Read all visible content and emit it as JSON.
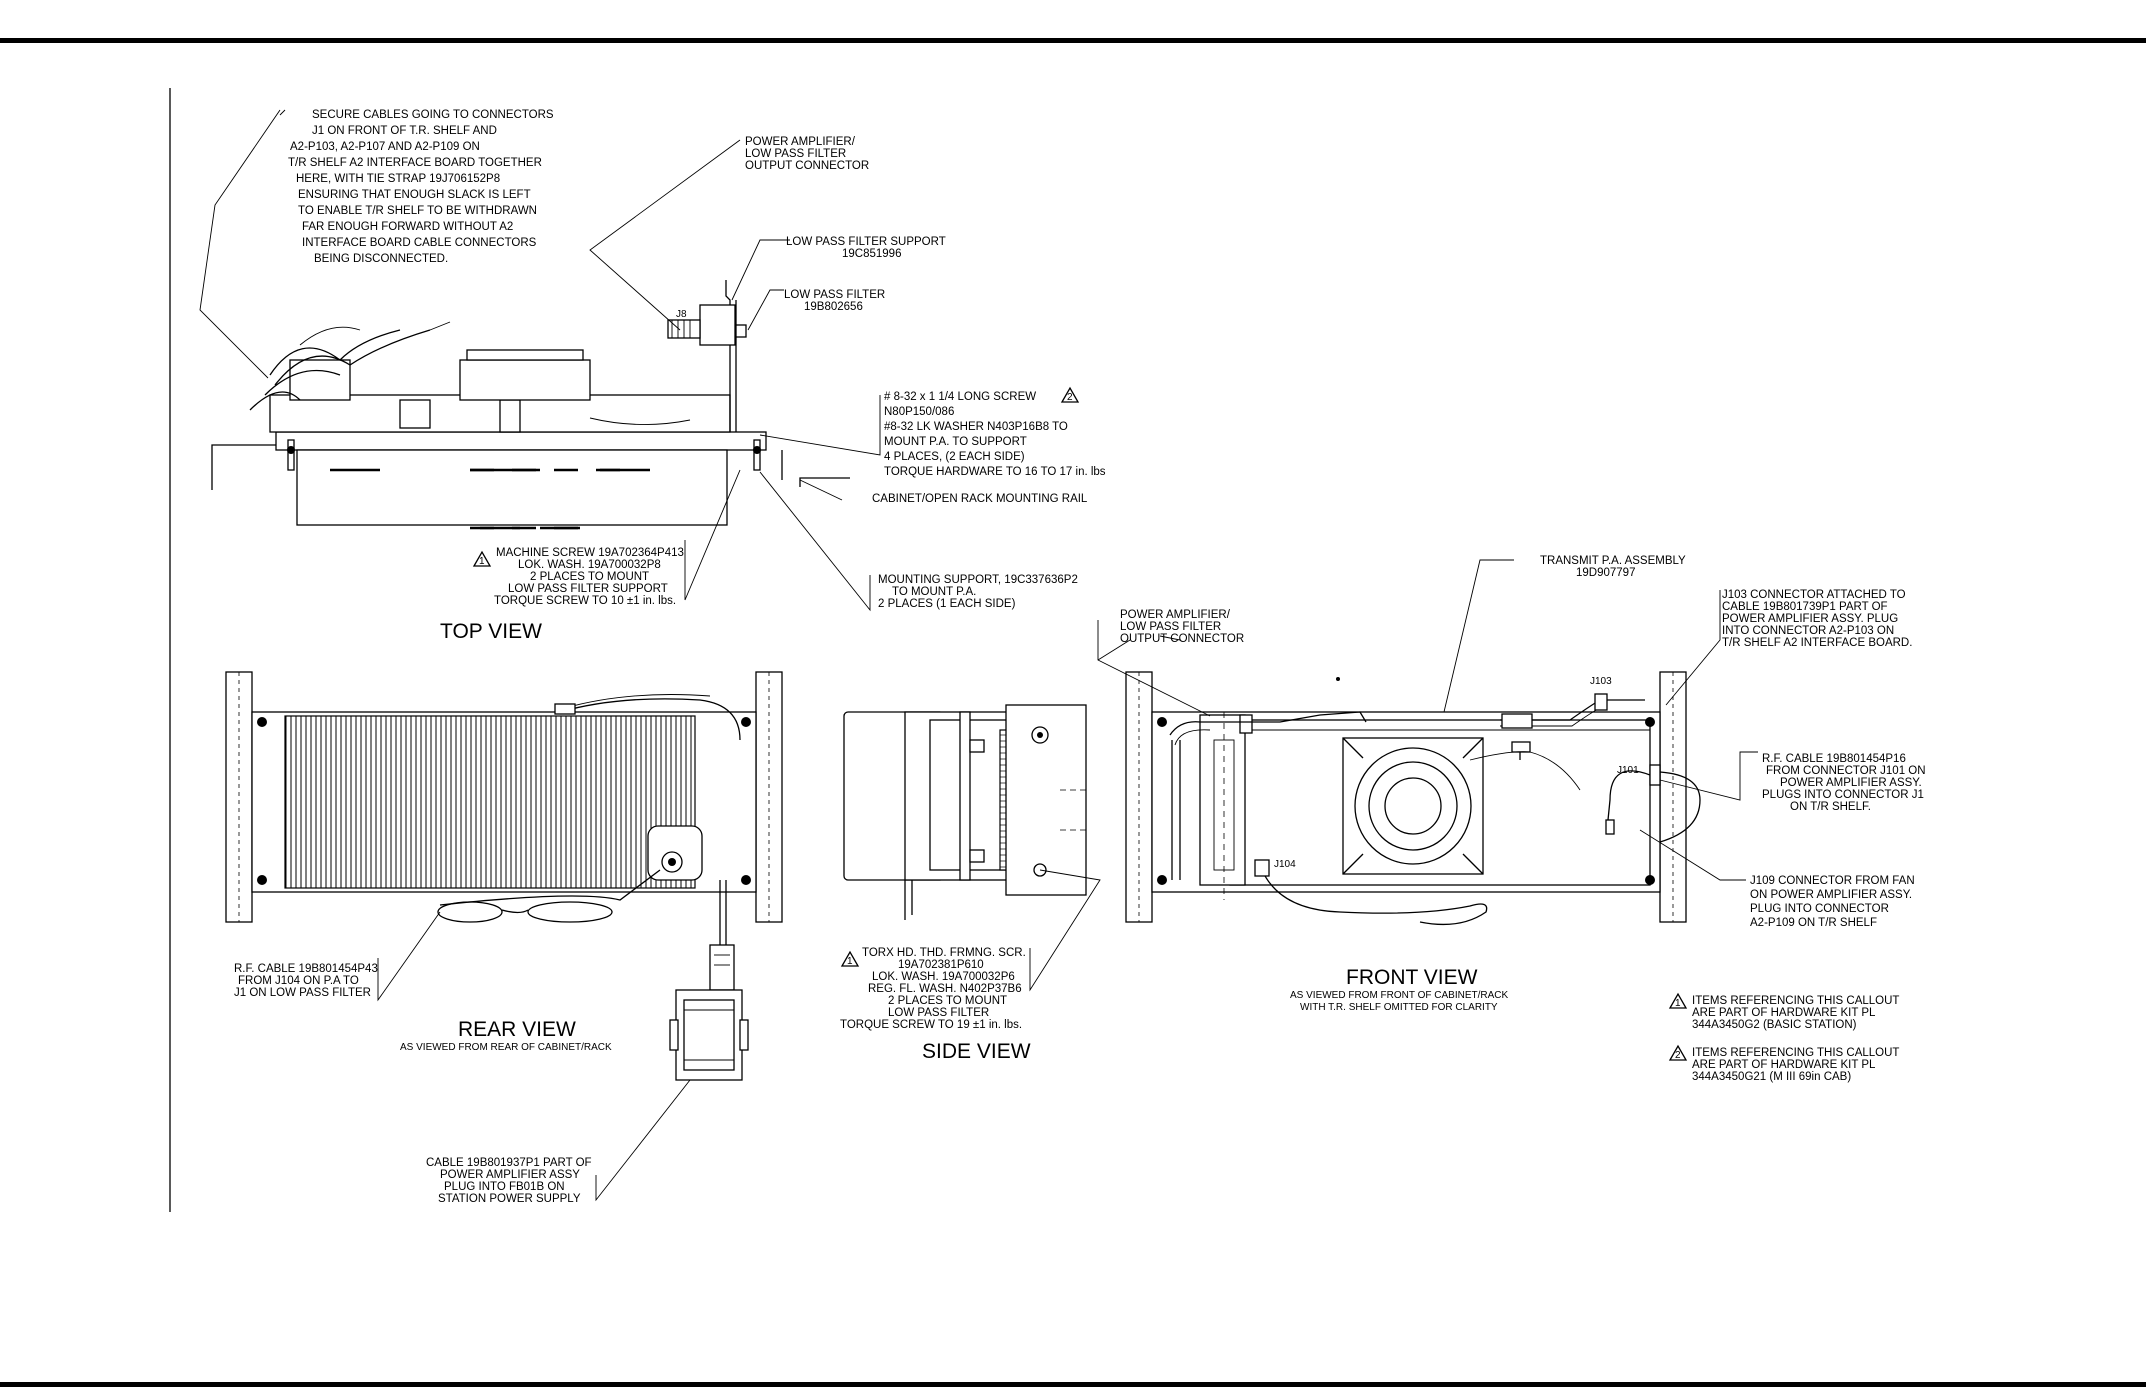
{
  "top_view": {
    "title": "TOP VIEW",
    "note_secure": [
      "SECURE CABLES GOING TO CONNECTORS",
      "J1 ON FRONT OF T.R. SHELF AND",
      "A2-P103, A2-P107 AND A2-P109 ON",
      "T/R SHELF A2 INTERFACE BOARD TOGETHER",
      "HERE, WITH TIE STRAP 19J706152P8",
      "ENSURING THAT ENOUGH SLACK IS LEFT",
      "TO ENABLE T/R SHELF TO BE WITHDRAWN",
      "FAR ENOUGH FORWARD WITHOUT A2",
      "INTERFACE BOARD CABLE CONNECTORS",
      "BEING DISCONNECTED."
    ],
    "note_pa_output": [
      "POWER AMPLIFIER/",
      "LOW PASS FILTER",
      "OUTPUT CONNECTOR"
    ],
    "note_lpf_support": [
      "LOW PASS FILTER SUPPORT",
      "19C851996"
    ],
    "note_lpf": [
      "LOW PASS FILTER",
      "19B802656"
    ],
    "note_screw": [
      "# 8-32 x 1 1/4 LONG SCREW",
      "N80P150/086",
      "#8-32 LK WASHER N403P16B8 TO",
      "MOUNT P.A. TO SUPPORT",
      "4 PLACES, (2 EACH SIDE)",
      "TORQUE HARDWARE TO 16 TO 17 in. lbs"
    ],
    "note_rail": "CABINET/OPEN RACK MOUNTING RAIL",
    "note_machine": [
      "MACHINE SCREW 19A702364P413",
      "LOK. WASH. 19A700032P8",
      "2 PLACES TO MOUNT",
      "LOW PASS FILTER SUPPORT",
      "TORQUE SCREW TO 10 ±1 in. lbs."
    ],
    "note_mount_support": [
      "MOUNTING SUPPORT, 19C337636P2",
      "TO MOUNT P.A.",
      "2 PLACES (1 EACH SIDE)"
    ],
    "j_label": "J8"
  },
  "rear_view": {
    "title": "REAR VIEW",
    "subtitle": "AS VIEWED FROM REAR OF CABINET/RACK",
    "note_rf": [
      "R.F. CABLE 19B801454P43",
      "FROM J104 ON P.A TO",
      "J1 ON LOW PASS FILTER"
    ],
    "note_cable": [
      "CABLE 19B801937P1 PART OF",
      "POWER AMPLIFIER ASSY",
      "PLUG INTO FB01B ON",
      "STATION POWER SUPPLY"
    ]
  },
  "side_view": {
    "title": "SIDE VIEW",
    "note_torx": [
      "TORX HD. THD. FRMNG. SCR.",
      "19A702381P610",
      "LOK. WASH. 19A700032P6",
      "REG. FL. WASH. N402P37B6",
      "2 PLACES TO MOUNT",
      "LOW PASS FILTER",
      "TORQUE SCREW TO 19 ±1 in. lbs."
    ]
  },
  "front_view": {
    "title": "FRONT VIEW",
    "subtitle": [
      "AS VIEWED FROM FRONT OF CABINET/RACK",
      "WITH T.R. SHELF OMITTED FOR CLARITY"
    ],
    "note_pa_output": [
      "POWER AMPLIFIER/",
      "LOW PASS FILTER",
      "OUTPUT CONNECTOR"
    ],
    "note_transmit": [
      "TRANSMIT P.A. ASSEMBLY",
      "19D907797"
    ],
    "note_j103": [
      "J103 CONNECTOR ATTACHED TO",
      "CABLE 19B801739P1 PART OF",
      "POWER AMPLIFIER ASSY. PLUG",
      "INTO CONNECTOR A2-P103 ON",
      "T/R SHELF A2 INTERFACE BOARD."
    ],
    "note_rf": [
      "R.F. CABLE 19B801454P16",
      "FROM CONNECTOR J101 ON",
      "POWER AMPLIFIER ASSY.",
      "PLUGS INTO CONNECTOR J1",
      "ON T/R SHELF."
    ],
    "note_j109": [
      "J109 CONNECTOR FROM FAN",
      "ON POWER AMPLIFIER ASSY.",
      "PLUG INTO CONNECTOR",
      "A2-P109 ON T/R SHELF"
    ],
    "label_j103": "J103",
    "label_j101": "J101",
    "label_j104": "J104"
  },
  "legend": {
    "item1": [
      "ITEMS REFERENCING THIS CALLOUT",
      "ARE PART OF HARDWARE KIT PL",
      "344A3450G2  (BASIC STATION)"
    ],
    "item2": [
      "ITEMS REFERENCING THIS CALLOUT",
      "ARE PART OF HARDWARE KIT PL",
      "344A3450G21  (M III 69in CAB)"
    ],
    "mark1": "1",
    "mark2": "2"
  }
}
